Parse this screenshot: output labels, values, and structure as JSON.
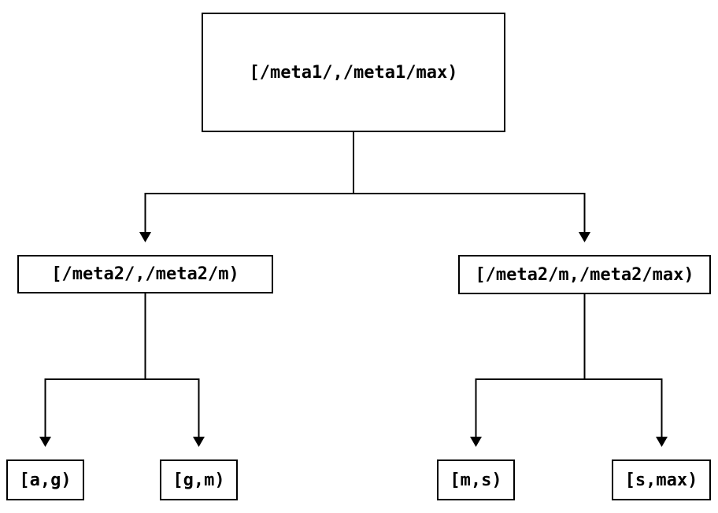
{
  "diagram": {
    "background_color": "#ffffff",
    "line_color": "#000000",
    "text_color": "#000000",
    "tree": {
      "root": {
        "label": "[/meta1/,/meta1/max)",
        "children": [
          {
            "label": "[/meta2/,/meta2/m)",
            "children": [
              {
                "label": "[a,g)"
              },
              {
                "label": "[g,m)"
              }
            ]
          },
          {
            "label": "[/meta2/m,/meta2/max)",
            "children": [
              {
                "label": "[m,s)"
              },
              {
                "label": "[s,max)"
              }
            ]
          }
        ]
      }
    }
  }
}
